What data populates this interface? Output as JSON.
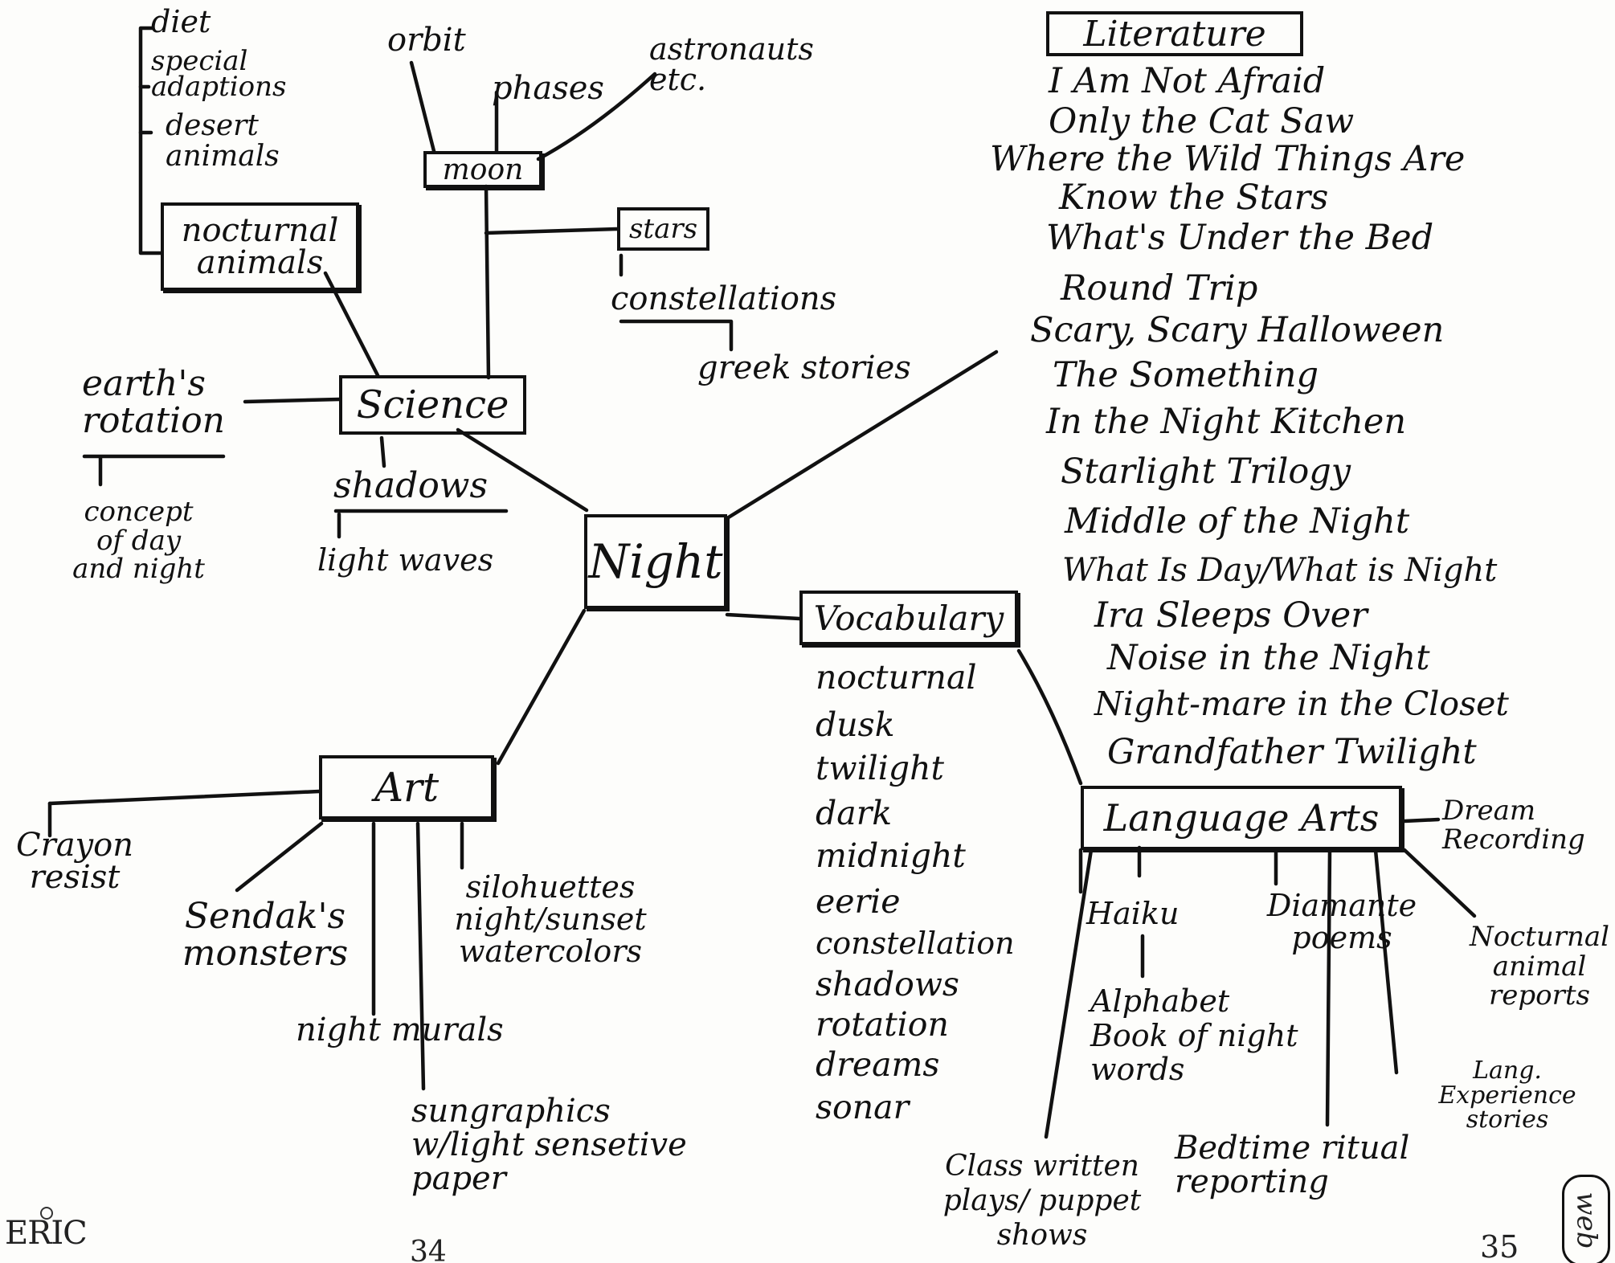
{
  "center": "Night",
  "science": {
    "title": "Science",
    "nocturnal_animals": "nocturnal animals",
    "nocturnal_branches": [
      "diet",
      "special adaptions",
      "desert animals"
    ],
    "moon": "moon",
    "moon_branches": [
      "orbit",
      "phases",
      "astronauts etc."
    ],
    "stars": "stars",
    "constellations": "constellations",
    "greek_stories": "greek stories",
    "earths_rotation": "earth's rotation",
    "concept": "concept of day and night",
    "shadows": "shadows",
    "light_waves": "light waves"
  },
  "literature": {
    "title": "Literature",
    "books": [
      "I Am Not Afraid",
      "Only the Cat Saw",
      "Where the Wild Things Are",
      "Know the Stars",
      "What's Under the Bed",
      "Round Trip",
      "Scary, Scary Halloween",
      "The Something",
      "In the Night Kitchen",
      "Starlight Trilogy",
      "Middle of the Night",
      "What Is Day/What is Night",
      "Ira Sleeps Over",
      "Noise in the Night",
      "Night-mare in the Closet",
      "Grandfather Twilight"
    ]
  },
  "vocabulary": {
    "title": "Vocabulary",
    "words": [
      "nocturnal",
      "dusk",
      "twilight",
      "dark",
      "midnight",
      "eerie",
      "constellation",
      "shadows",
      "rotation",
      "dreams",
      "sonar"
    ]
  },
  "art": {
    "title": "Art",
    "crayon_resist": "Crayon resist",
    "sendak": "Sendak's monsters",
    "silhouettes": "silohuettes night/sunset watercolors",
    "night_murals": "night murals",
    "sungraphics": "sungraphics w/light sensetive paper"
  },
  "language_arts": {
    "title": "Language Arts",
    "dream_recording": "Dream Recording",
    "haiku": "Haiku",
    "alphabet_book": "Alphabet Book of night words",
    "diamante": "Diamante poems",
    "nocturnal_reports": "Nocturnal animal reports",
    "lang_experience": "Lang. Experience stories",
    "class_plays": "Class written plays/ puppet shows",
    "bedtime": "Bedtime ritual reporting"
  },
  "footer": {
    "logo": "ERIC",
    "page_left": "34",
    "page_right": "35",
    "stamp": "web"
  }
}
